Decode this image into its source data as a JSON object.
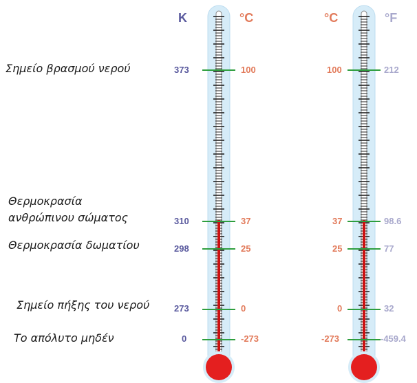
{
  "labels": {
    "boiling": "Σημείο βρασμού νερού",
    "body_line1": "Θερμοκρασία",
    "body_line2": "ανθρώπινου σώματος",
    "room": "Θερμοκρασία δωματίου",
    "freezing": "Σημείο πήξης του νερού",
    "absolute_zero": "Το απόλυτο μηδέν"
  },
  "left_thermometer": {
    "left_unit": "K",
    "right_unit": "°C",
    "left_values": [
      "373",
      "310",
      "298",
      "273",
      "0"
    ],
    "right_values": [
      "100",
      "37",
      "25",
      "0",
      "-273"
    ]
  },
  "right_thermometer": {
    "left_unit": "°C",
    "right_unit": "°F",
    "left_values": [
      "100",
      "37",
      "25",
      "0",
      "-273"
    ],
    "right_values": [
      "212",
      "98.6",
      "77",
      "32",
      "-459.4"
    ]
  },
  "colors": {
    "kelvin": "#5a5a9e",
    "celsius": "#e27a5a",
    "fahrenheit": "#a8a8cc",
    "mercury": "#cc1111",
    "bulb": "#e41f1f",
    "glass": "#d6ecf8",
    "marker": "#2e9e3e"
  }
}
